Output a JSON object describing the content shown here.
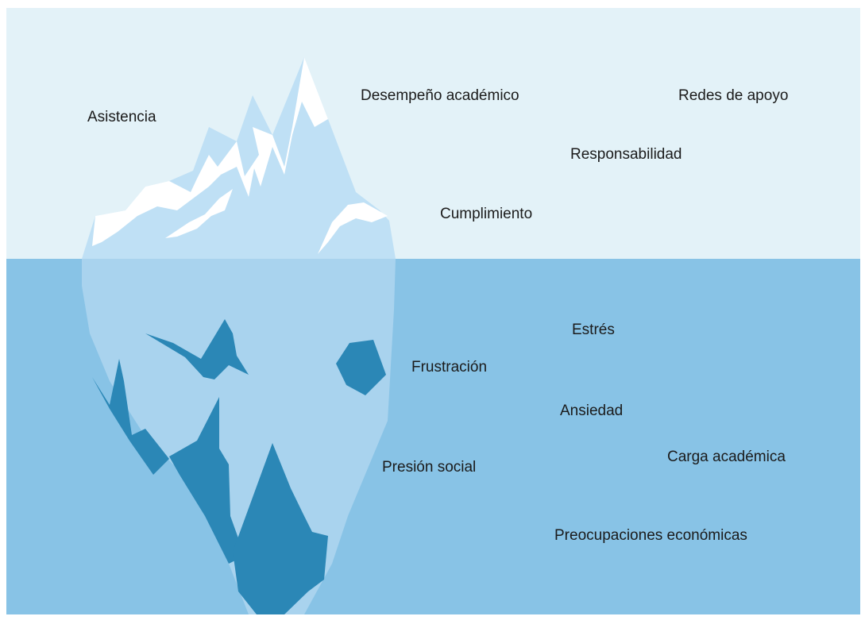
{
  "above_water": {
    "labels": {
      "asistencia": "Asistencia",
      "desempeno": "Desempeño académico",
      "redes": "Redes de apoyo",
      "responsabilidad": "Responsabilidad",
      "cumplimiento": "Cumplimiento"
    }
  },
  "below_water": {
    "labels": {
      "estres": "Estrés",
      "frustracion": "Frustración",
      "ansiedad": "Ansiedad",
      "carga": "Carga académica",
      "presion": "Presión social",
      "preocupaciones": "Preocupaciones económicas"
    }
  },
  "colors": {
    "sky": "#e3f2f8",
    "water": "#88c3e6",
    "ice_light": "#bfe0f5",
    "ice_snow": "#ffffff",
    "ice_submerged": "#a9d3ee",
    "ice_deep": "#2b87b6"
  }
}
